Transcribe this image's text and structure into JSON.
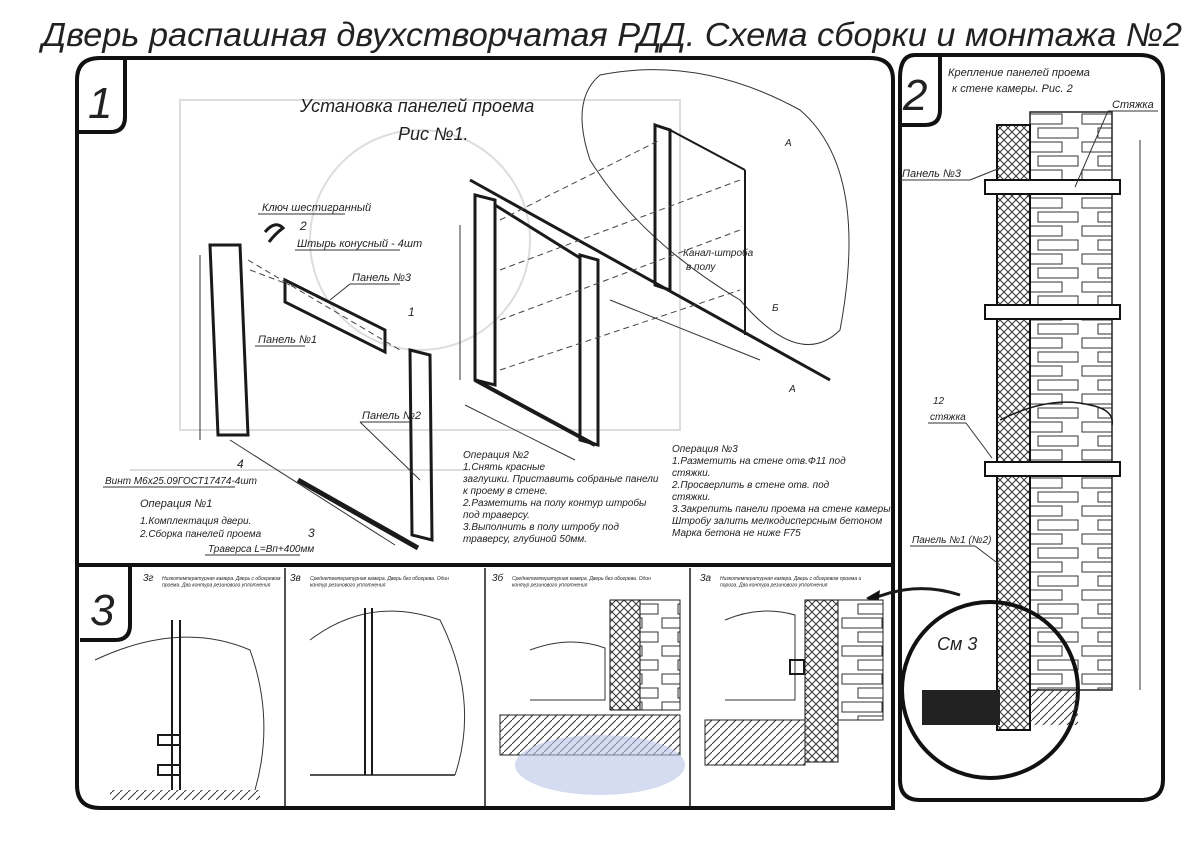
{
  "title": "Дверь распашная двухстворчатая РДД.  Схема сборки и монтажа №2",
  "section1": {
    "number": "1",
    "heading_line1": "Установка панелей проема",
    "heading_line2": "Рис №1.",
    "labels": {
      "hex_key": "Ключ шестигранный",
      "callout_2": "2",
      "pin": "Штырь конусный - 4шт",
      "panel3": "Панель №3",
      "callout_1": "1",
      "panel1": "Панель №1",
      "panel2": "Панель №2",
      "callout_4": "4",
      "screw": "Винт М6х25.09ГОСТ17474-4шт",
      "callout_3": "3",
      "traverse": "Траверса  L=Вп+400мм",
      "channel": "Канал-штроба",
      "channel2": "в полу",
      "mark_a": "А",
      "mark_b": "Б"
    },
    "operation1": {
      "title": "Операция №1",
      "lines": [
        "1.Комплектация двери.",
        "2.Сборка панелей проема"
      ]
    },
    "operation2": {
      "title": "Операция №2",
      "lines": [
        "1.Снять красные",
        "заглушки. Приставить собраные панели",
        "к проему в стене.",
        "2.Разметить на полу контур штробы",
        "под траверсу.",
        "3.Выполнить в полу штробу под",
        "траверсу, глубиной 50мм."
      ]
    },
    "operation3": {
      "title": "Операция №3",
      "lines": [
        "1.Разметить на стене отв.Ф11 под",
        "стяжки.",
        "2.Просверлить в стене отв.    под",
        "стяжки.",
        "3.Закрепить панели проема на стене камеры.",
        "Штробу залить мелкодисперсным бетоном",
        "Марка бетона не ниже   F75"
      ]
    }
  },
  "section2": {
    "number": "2",
    "heading_line1": "Крепление панелей проема",
    "heading_line2": "к стене камеры. Рис. 2",
    "labels": {
      "tie": "Стяжка",
      "panel3": "Панель №3",
      "tie_count": "12",
      "tie_small": "стяжка",
      "panel12": "Панель №1 (№2)",
      "see3": "См 3"
    }
  },
  "section3": {
    "number": "3",
    "details": [
      {
        "id": "3г",
        "caption": "Низкотемпературная камера. Дверь с обогревом проема. Два контура резинового уплотнения"
      },
      {
        "id": "3в",
        "caption": "Среднетемпературная камера. Дверь без обогрева. Один контур резинового уплотнения"
      },
      {
        "id": "3б",
        "caption": "Среднетемпературная камера. Дверь без обогрева. Один контур резинового уплотнения"
      },
      {
        "id": "3а",
        "caption": "Низкотемпературная камера. Дверь с обогревом проема и порога. Два контура резинового уплотнения"
      }
    ]
  },
  "colors": {
    "line": "#1a1a1a",
    "paper": "#ffffff",
    "stamp": "#b9c3e6"
  }
}
